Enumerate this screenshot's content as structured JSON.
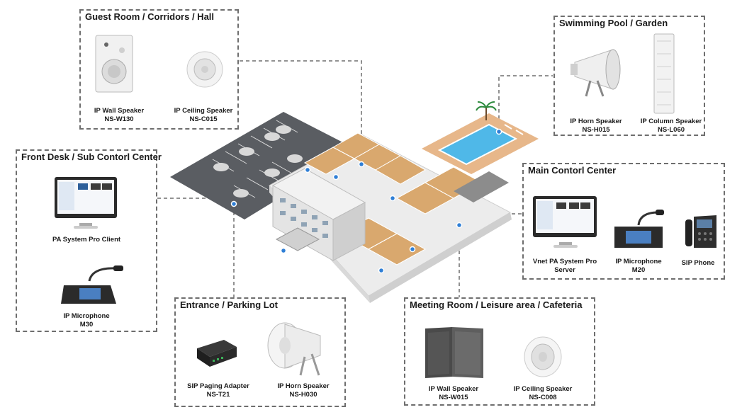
{
  "zones": {
    "guest": {
      "title": "Guest Room / Corridors / Hall",
      "devices": [
        {
          "name": "IP Wall Speaker",
          "model": "NS-W130"
        },
        {
          "name": "IP Ceiling Speaker",
          "model": "NS-C015"
        }
      ]
    },
    "pool": {
      "title": "Swimming Pool / Garden",
      "devices": [
        {
          "name": "IP Horn Speaker",
          "model": "NS-H015"
        },
        {
          "name": "IP Column Speaker",
          "model": "NS-L060"
        }
      ]
    },
    "front": {
      "title": "Front Desk / Sub Contorl Center",
      "devices": [
        {
          "name": "PA System Pro Client",
          "model": ""
        },
        {
          "name": "IP Microphone",
          "model": "M30"
        }
      ]
    },
    "main": {
      "title": "Main Contorl Center",
      "devices": [
        {
          "name": "Vnet PA System Pro",
          "model": "Server"
        },
        {
          "name": "IP Microphone",
          "model": "M20"
        },
        {
          "name": "SIP Phone",
          "model": ""
        }
      ]
    },
    "entrance": {
      "title": "Entrance / Parking Lot",
      "devices": [
        {
          "name": "SIP Paging Adapter",
          "model": "NS-T21"
        },
        {
          "name": "IP Horn Speaker",
          "model": "NS-H030"
        }
      ]
    },
    "meeting": {
      "title": "Meeting Room / Leisure area / Cafeteria",
      "devices": [
        {
          "name": "IP Wall Speaker",
          "model": "NS-W015"
        },
        {
          "name": "IP Ceiling Speaker",
          "model": "NS-C008"
        }
      ]
    }
  },
  "colors": {
    "border": "#6e6e6e",
    "marker": "#2f7fd6",
    "pool": "#4fb8e8",
    "deck": "#e7b78a",
    "asphalt": "#5a5d62",
    "floor": "#e9e9e9"
  }
}
